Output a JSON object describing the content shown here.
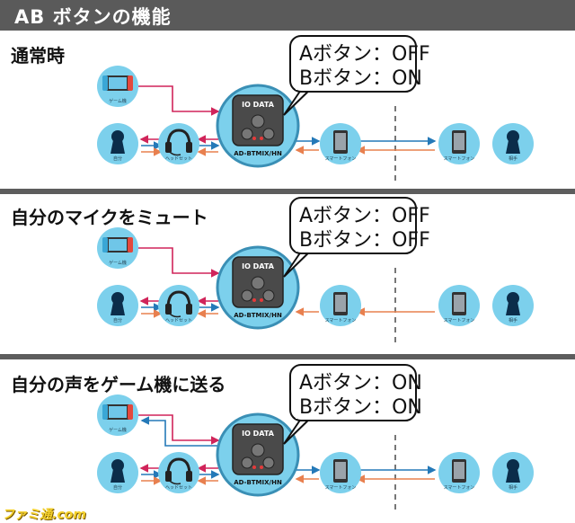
{
  "header": {
    "title": "AB ボタンの機能"
  },
  "device": {
    "brand": "IO DATA",
    "model": "AD-BTMIX/HN"
  },
  "labels": {
    "game": "ゲーム機",
    "self": "自分",
    "headset": "ヘッドセット",
    "phone": "スマートフォン",
    "other": "相手"
  },
  "sections": [
    {
      "title": "通常時",
      "button_a": "Aボタン：OFF",
      "button_b": "Bボタン：ON"
    },
    {
      "title": "自分のマイクをミュート",
      "button_a": "Aボタン：OFF",
      "button_b": "Bボタン：OFF"
    },
    {
      "title": "自分の声をゲーム機に送る",
      "button_a": "Aボタン：ON",
      "button_b": "Bボタン：ON"
    }
  ],
  "colors": {
    "header_bg": "#5a5a5a",
    "node_fill": "#7cd0ec",
    "game_line": "#d0245a",
    "blue_line": "#2479b8",
    "orange_line": "#e8804f",
    "device_fill": "#4a4a4a"
  },
  "icons": [
    "game-console-icon",
    "keyhole-person-icon",
    "headset-icon",
    "smartphone-icon"
  ],
  "watermark": "ファミ通.com"
}
